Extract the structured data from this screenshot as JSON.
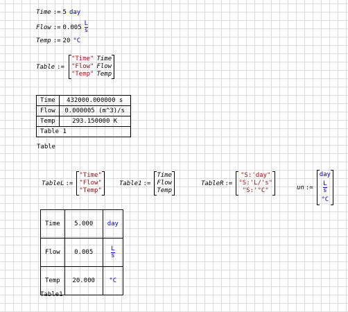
{
  "definitions": {
    "assign": ":=",
    "time": {
      "name": "Time",
      "value": "5",
      "unit": "day"
    },
    "flow": {
      "name": "Flow",
      "value": "0.005",
      "unit_num": "L",
      "unit_den": "s"
    },
    "temp": {
      "name": "Temp",
      "value": "20",
      "unit": "°C"
    }
  },
  "table_def": {
    "name": "Table",
    "rows": [
      [
        "\"Time\"",
        "Time"
      ],
      [
        "\"Flow\"",
        "Flow"
      ],
      [
        "\"Temp\"",
        "Temp"
      ]
    ]
  },
  "table1": {
    "rows": [
      [
        "Time",
        "432000.000000 s"
      ],
      [
        "Flow",
        "0.000005 (m^3)/s"
      ],
      [
        "Temp",
        "293.150000 K"
      ]
    ],
    "caption": "Table 1",
    "label": "Table"
  },
  "tableL": {
    "name": "TableL",
    "items": [
      "\"Time\"",
      "\"Flow\"",
      "\"Temp\""
    ]
  },
  "table1_def": {
    "name": "Table1",
    "items": [
      "Time",
      "Flow",
      "Temp"
    ]
  },
  "tableR": {
    "name": "TableR",
    "items": [
      "\"S:'day\"",
      "\"S:'L/'s\"",
      "\"S:'°C\""
    ]
  },
  "un": {
    "name": "un",
    "top": "day",
    "mid_num": "L",
    "mid_den": "s",
    "bottom": "°C"
  },
  "table2": {
    "rows": [
      {
        "name": "Time",
        "value": "5.000",
        "unit": "day"
      },
      {
        "name": "Flow",
        "value": "0.005",
        "unit_num": "L",
        "unit_den": "s"
      },
      {
        "name": "Temp",
        "value": "20.000",
        "unit": "°C"
      }
    ],
    "label": "Table1"
  }
}
